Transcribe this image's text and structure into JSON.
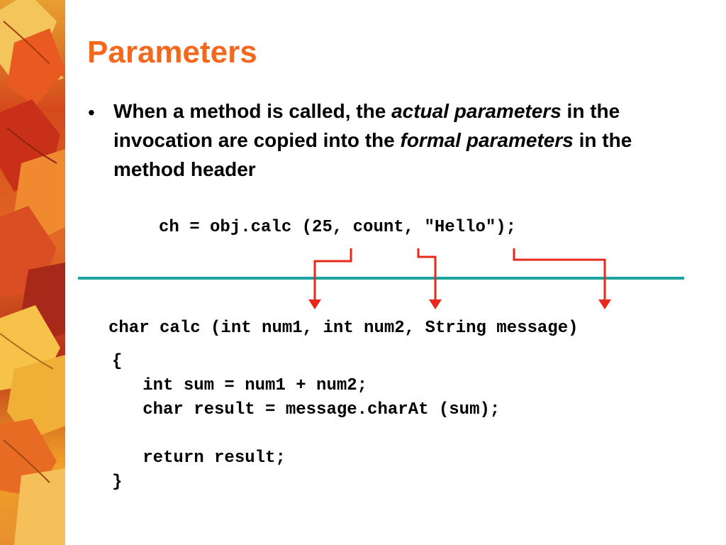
{
  "slide": {
    "title": "Parameters",
    "bullet": {
      "marker": "•",
      "part1": "When a method is called, the ",
      "italic1": "actual parameters",
      "part2": " in the invocation are copied into the ",
      "italic2": "formal parameters",
      "part3": " in the method header"
    },
    "invocation": "ch = obj.calc (25, count, \"Hello\");",
    "method_header": "char calc (int num1, int num2, String message)",
    "method_body": [
      "{",
      "   int sum = num1 + num2;",
      "   char result = message.charAt (sum);",
      "",
      "   return result;",
      "}"
    ]
  },
  "colors": {
    "title": "#f4681e",
    "divider": "#1aa39e",
    "arrow": "#e8281a",
    "text": "#000000"
  }
}
